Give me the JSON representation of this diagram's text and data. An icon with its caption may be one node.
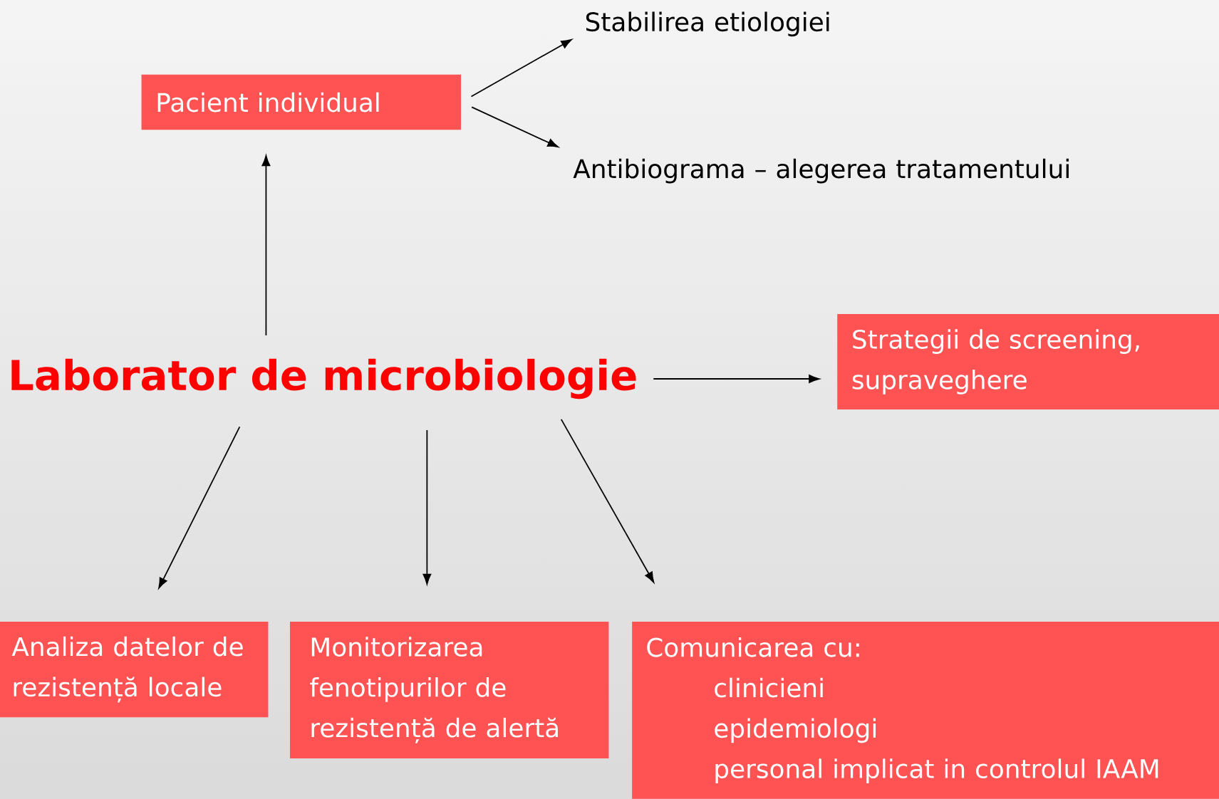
{
  "diagram": {
    "nodes": [
      {
        "text": [
          "Laborator de microbiologie"
        ]
      },
      {
        "text": [
          "Pacient individual"
        ]
      },
      {
        "text": [
          "Stabilirea etiologiei"
        ]
      },
      {
        "text": [
          "Antibiograma – alegerea tratamentului"
        ]
      },
      {
        "text": [
          "Strategii de screening, supraveghere"
        ]
      },
      {
        "text": [
          "Analiza datelor de rezistență locale"
        ]
      },
      {
        "text": [
          "Monitorizarea fenotipurilor de rezistență de alertă"
        ]
      },
      {
        "text": [
          "Comunicarea cu:",
          "clinicieni",
          "epidemiologi",
          "personal implicat in controlul IAAM"
        ]
      }
    ],
    "edges": [
      {
        "from": 0,
        "to": 1,
        "arrow": "to"
      },
      {
        "from": 1,
        "to": 2,
        "arrow": "to"
      },
      {
        "from": 1,
        "to": 3,
        "arrow": "to"
      },
      {
        "from": 0,
        "to": 4,
        "arrow": "to"
      },
      {
        "from": 0,
        "to": 5,
        "arrow": "to"
      },
      {
        "from": 0,
        "to": 6,
        "arrow": "to"
      },
      {
        "from": 0,
        "to": 7,
        "arrow": "to"
      }
    ]
  }
}
